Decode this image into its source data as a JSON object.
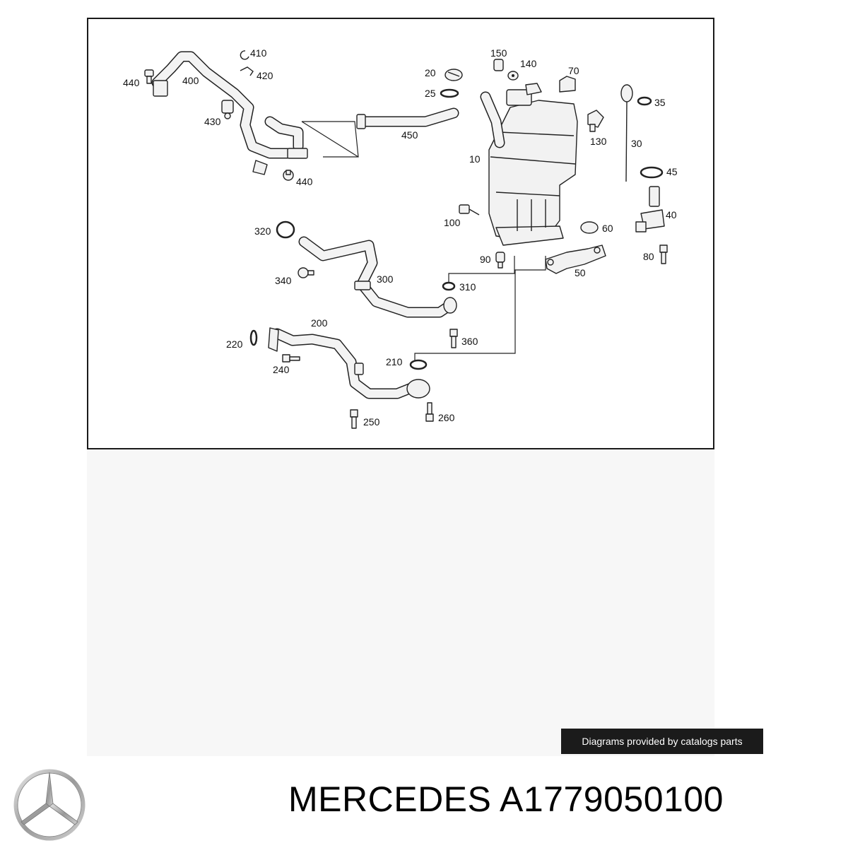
{
  "diagram": {
    "callouts": [
      {
        "id": "c410",
        "text": "410"
      },
      {
        "id": "c420",
        "text": "420"
      },
      {
        "id": "c440a",
        "text": "440"
      },
      {
        "id": "c400",
        "text": "400"
      },
      {
        "id": "c430",
        "text": "430"
      },
      {
        "id": "c440b",
        "text": "440"
      },
      {
        "id": "c450",
        "text": "450"
      },
      {
        "id": "c150",
        "text": "150"
      },
      {
        "id": "c140",
        "text": "140"
      },
      {
        "id": "c20",
        "text": "20"
      },
      {
        "id": "c25",
        "text": "25"
      },
      {
        "id": "c70",
        "text": "70"
      },
      {
        "id": "c35",
        "text": "35"
      },
      {
        "id": "c130",
        "text": "130"
      },
      {
        "id": "c30",
        "text": "30"
      },
      {
        "id": "c10",
        "text": "10"
      },
      {
        "id": "c45",
        "text": "45"
      },
      {
        "id": "c40",
        "text": "40"
      },
      {
        "id": "c100",
        "text": "100"
      },
      {
        "id": "c60",
        "text": "60"
      },
      {
        "id": "c320",
        "text": "320"
      },
      {
        "id": "c90",
        "text": "90"
      },
      {
        "id": "c80",
        "text": "80"
      },
      {
        "id": "c50",
        "text": "50"
      },
      {
        "id": "c340",
        "text": "340"
      },
      {
        "id": "c300",
        "text": "300"
      },
      {
        "id": "c310",
        "text": "310"
      },
      {
        "id": "c200",
        "text": "200"
      },
      {
        "id": "c360",
        "text": "360"
      },
      {
        "id": "c220",
        "text": "220"
      },
      {
        "id": "c240",
        "text": "240"
      },
      {
        "id": "c210",
        "text": "210"
      },
      {
        "id": "c250",
        "text": "250"
      },
      {
        "id": "c260",
        "text": "260"
      }
    ]
  },
  "credit": "Diagrams provided by catalogs parts",
  "brand": "MERCEDES",
  "part_number": "A1779050100",
  "title": "MERCEDES A1779050100",
  "logo_icon": "mercedes-star-icon"
}
